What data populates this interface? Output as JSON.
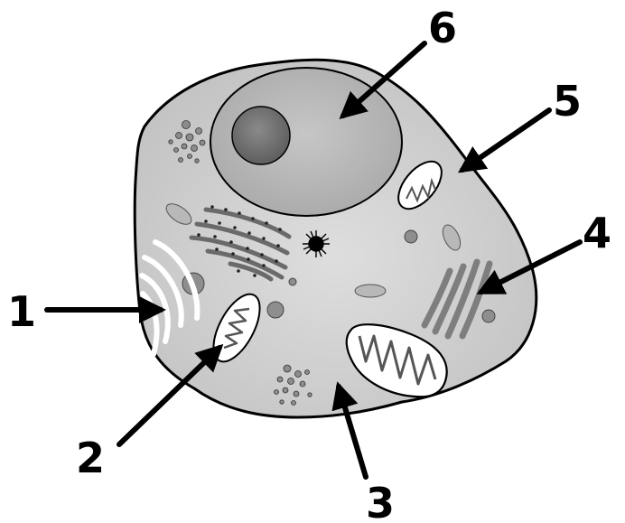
{
  "labels": {
    "l1": "1",
    "l2": "2",
    "l3": "3",
    "l4": "4",
    "l5": "5",
    "l6": "6"
  },
  "colors": {
    "cytoplasm": "#d0d0d0",
    "cell_outline": "#000000",
    "nucleus": "#b4b4b4",
    "nucleolus": "#6f6f6f",
    "golgi": "#8a8a8a",
    "er_smooth": "#ffffff",
    "mitochondrion": "#ffffff",
    "arrow": "#000000"
  }
}
